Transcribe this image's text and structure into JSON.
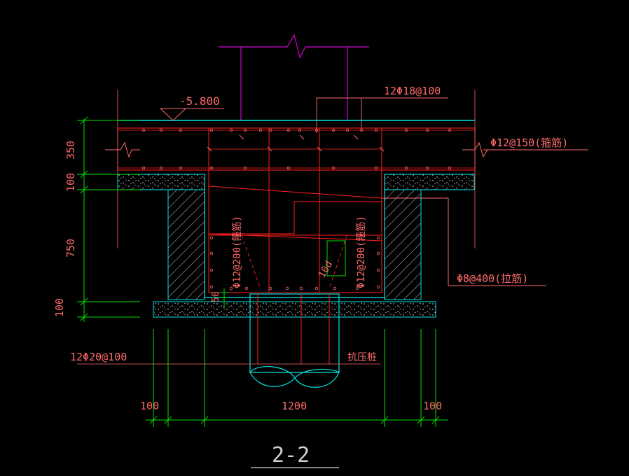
{
  "drawing": {
    "section_title": "2-2",
    "elevation": "-5.800",
    "top_rebar": "12Φ18@100",
    "stirrup_main": "Φ12@150(箍筋)",
    "tie_bar": "Φ8@400(拉筋)",
    "bottom_rebar": "12Φ20@100",
    "pile_label": "抗压桩",
    "anchor_length": "10d",
    "side_rebar_left": "Φ12@200(箍筋)",
    "side_rebar_right": "Φ12@200(箍筋)",
    "dims_vertical": {
      "d350": "350",
      "d100_top": "100",
      "d750": "750",
      "d100_bottom": "100",
      "d50": "50"
    },
    "dims_horizontal": {
      "d100_left": "100",
      "d1200": "1200",
      "d100_right": "100"
    }
  },
  "colors": {
    "background": "#000000",
    "rebar": "#ff2020",
    "outline": "#00e5e5",
    "dimension": "#00e000",
    "column": "#d000d0",
    "text": "#ff6a6a",
    "title": "#d0d0d0",
    "concrete": "#e0e0e0"
  }
}
